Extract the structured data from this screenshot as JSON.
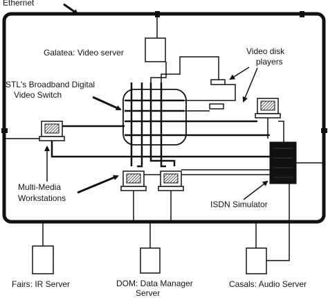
{
  "labels": {
    "ethernet": "Ethernet",
    "video_server": "Galatea: Video server",
    "video_disk_players_line1": "Video disk",
    "video_disk_players_line2": "players",
    "switch_line1": "STL's Broadband Digital",
    "switch_line2": "Video Switch",
    "workstations_line1": "Multi-Media",
    "workstations_line2": "Workstations",
    "isdn_simulator": "ISDN Simulator",
    "ir_server": "Fairs: IR Server",
    "data_manager_line1": "DOM: Data Manager",
    "data_manager_line2": "Server",
    "audio_server": "Casals: Audio Server"
  },
  "colors": {
    "line": "#111111",
    "background": "#ffffff"
  }
}
